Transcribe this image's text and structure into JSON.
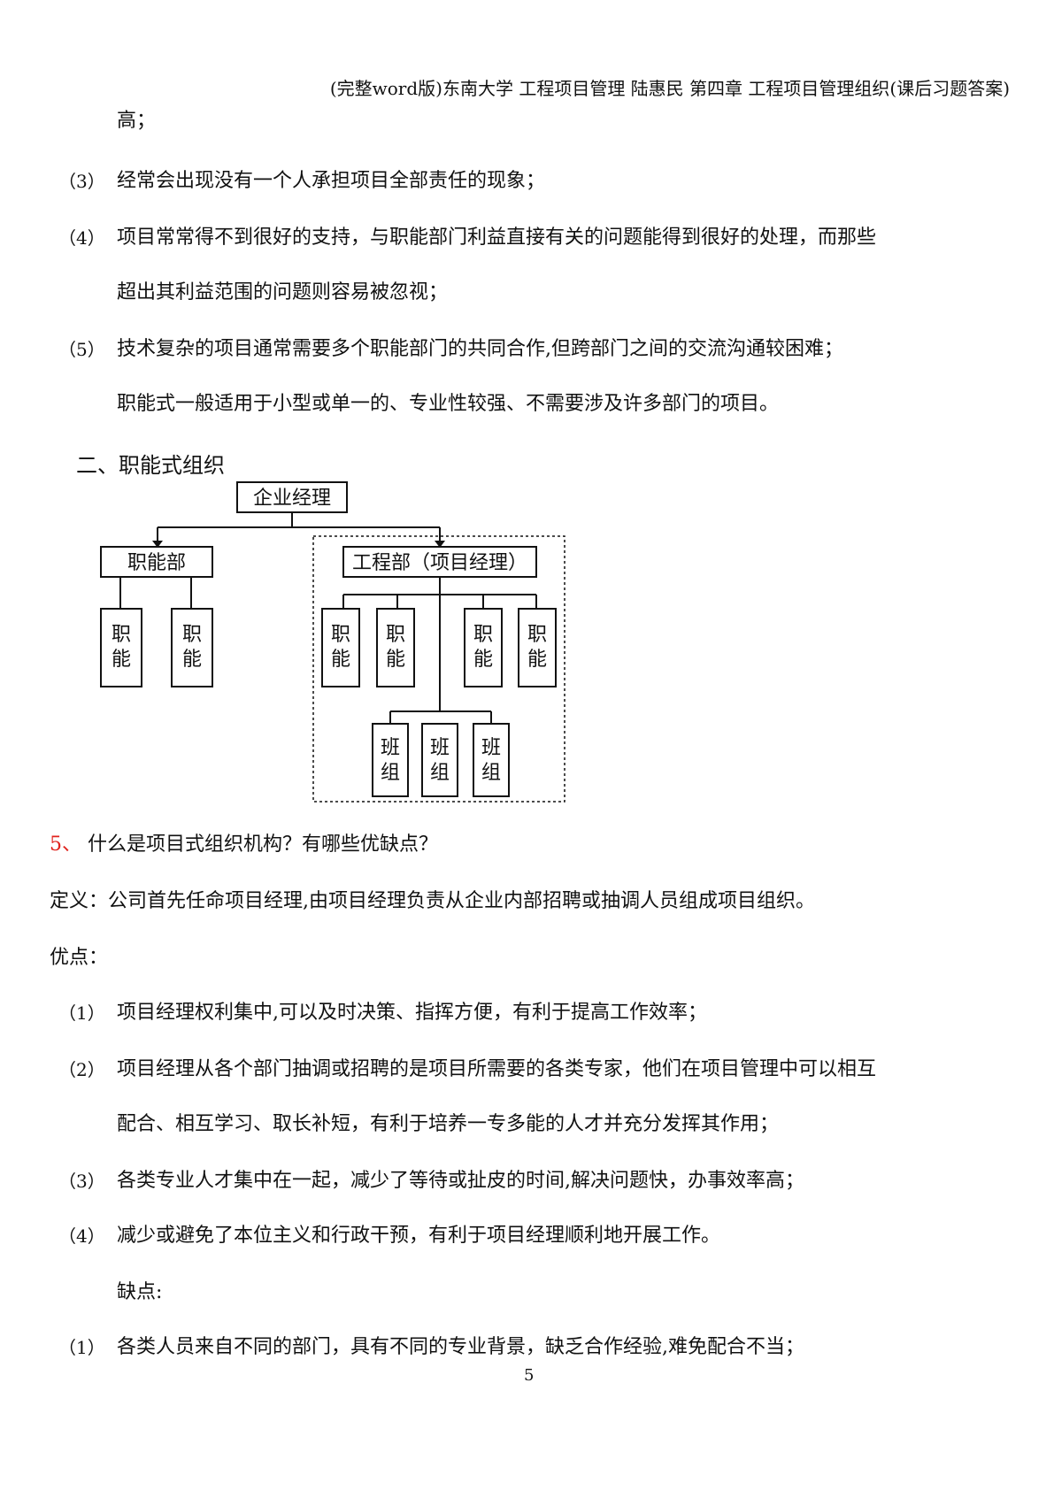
{
  "header": {
    "title": "(完整word版)东南大学 工程项目管理 陆惠民 第四章 工程项目管理组织(课后习题答案)"
  },
  "paragraphs": {
    "p_gao": "高；",
    "n3": "（3）",
    "t3": "经常会出现没有一个人承担项目全部责任的现象；",
    "n4": "（4）",
    "t4a": "项目常常得不到很好的支持，与职能部门利益直接有关的问题能得到很好的处理，而那些",
    "t4b": "超出其利益范围的问题则容易被忽视；",
    "n5": "（5）",
    "t5": "技术复杂的项目通常需要多个职能部门的共同合作,但跨部门之间的交流沟通较困难；",
    "summary": "职能式一般适用于小型或单一的、专业性较强、不需要涉及许多部门的项目。"
  },
  "section": {
    "heading": "二、职能式组织"
  },
  "org_chart": {
    "root": "企业经理",
    "functional_dept": "职能部",
    "engineering_dept": "工程部（项目经理）",
    "role_line1": "职",
    "role_line2": "能",
    "team_line1": "班",
    "team_line2": "组"
  },
  "question5": {
    "number": "5、",
    "title": "什么是项目式组织机构？有哪些优缺点？",
    "definition": "定义：公司首先任命项目经理,由项目经理负责从企业内部招聘或抽调人员组成项目组织。",
    "advantages_label": "优点：",
    "a1_num": "（1）",
    "a1": "项目经理权利集中,可以及时决策、指挥方便，有利于提高工作效率；",
    "a2_num": "（2）",
    "a2a": "项目经理从各个部门抽调或招聘的是项目所需要的各类专家，他们在项目管理中可以相互",
    "a2b": "配合、相互学习、取长补短，有利于培养一专多能的人才并充分发挥其作用；",
    "a3_num": "（3）",
    "a3": "各类专业人才集中在一起，减少了等待或扯皮的时间,解决问题快，办事效率高；",
    "a4_num": "（4）",
    "a4": "减少或避免了本位主义和行政干预，有利于项目经理顺利地开展工作。",
    "disadvantages_label": "缺点:",
    "d1_num": "（1）",
    "d1": "各类人员来自不同的部门，具有不同的专业背景，缺乏合作经验,难免配合不当；"
  },
  "footer": {
    "page_number": "5"
  }
}
